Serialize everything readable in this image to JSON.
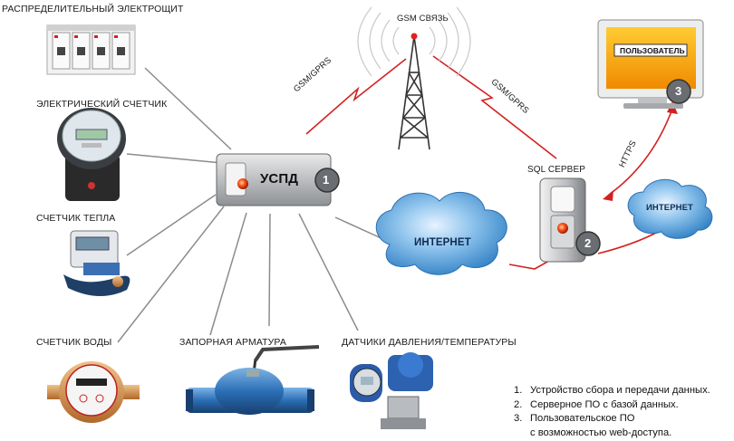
{
  "labels": {
    "panel": "РАСПРЕДЕЛИТЕЛЬНЫЙ ЭЛЕКТРОЩИТ",
    "electric_meter": "ЭЛЕКТРИЧЕСКИЙ СЧЕТЧИК",
    "heat_meter": "СЧЕТЧИК ТЕПЛА",
    "water_meter": "СЧЕТЧИК ВОДЫ",
    "valve": "ЗАПОРНАЯ АРМАТУРА",
    "sensors": "ДАТЧИКИ ДАВЛЕНИЯ/ТЕМПЕРАТУРЫ",
    "gsm": "GSM СВЯЗЬ",
    "gsm_left": "GSM/GPRS",
    "gsm_right": "GSM/GPRS",
    "sql": "SQL СЕРВЕР",
    "https": "HTTPS",
    "internet_main": "ИНТЕРНЕТ",
    "internet_small": "ИНТЕРНЕТ",
    "uspd": "УСПД",
    "user": "ПОЛЬЗОВАТЕЛЬ"
  },
  "badges": {
    "uspd": "1",
    "server": "2",
    "user": "3"
  },
  "legend": [
    {
      "num": "1.",
      "text": "Устройство сбора и передачи данных."
    },
    {
      "num": "2.",
      "text": "Серверное ПО с базой данных."
    },
    {
      "num": "3.",
      "text": "Пользовательское ПО",
      "cont": "с возможностью web-доступа."
    }
  ],
  "colors": {
    "link_red": "#d42020",
    "cloud_blue": "#3d8fd0",
    "line_grey": "#8c8c8c",
    "device_grey": "#9a9c9f"
  }
}
